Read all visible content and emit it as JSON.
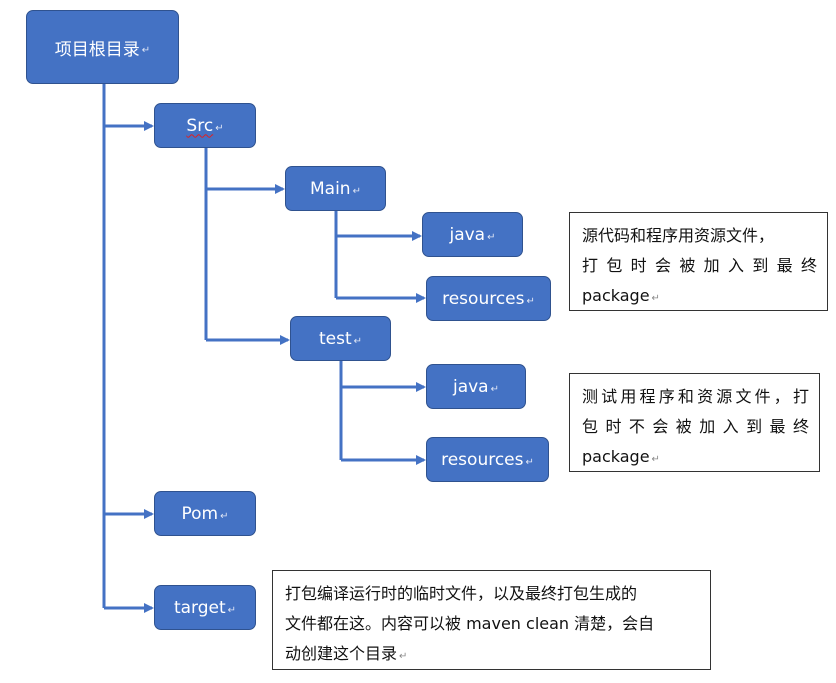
{
  "nodes": {
    "root": "项目根目录",
    "src": "Src",
    "main": "Main",
    "main_java": "java",
    "main_resources": "resources",
    "test": "test",
    "test_java": "java",
    "test_resources": "resources",
    "pom": "Pom",
    "target": "target"
  },
  "paragraph_mark": "↵",
  "notes": {
    "main_note": [
      "源代码和程序用资源文件，",
      "打包时会被加入到最终",
      "package"
    ],
    "test_note": [
      "测试用程序和资源文件，打",
      "包时不会被加入到最终",
      "package"
    ],
    "target_note": [
      "打包编译运行时的临时文件，以及最终打包生成的",
      "文件都在这。内容可以被 maven clean 清楚，会自",
      "动创建这个目录"
    ]
  },
  "colors": {
    "node_fill": "#4472c4",
    "node_border": "#2f528f",
    "connector": "#4472c4",
    "note_border": "#333333"
  }
}
